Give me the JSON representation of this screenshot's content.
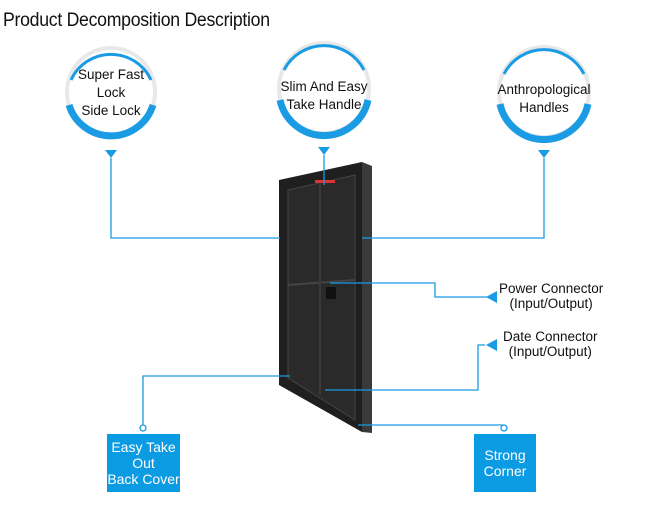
{
  "title": "Product Decomposition Description",
  "colors": {
    "accent": "#1a9be3",
    "box": "#0b9be3",
    "panel": "#222222"
  },
  "callouts_top": [
    {
      "lines": [
        "Super Fast",
        "Lock",
        "Side Lock"
      ]
    },
    {
      "lines": [
        "Slim And Easy",
        "Take Handle"
      ]
    },
    {
      "lines": [
        "Anthropological",
        "Handles"
      ]
    }
  ],
  "callouts_side": [
    {
      "lines": [
        "Power Connector",
        "(Input/Output)"
      ]
    },
    {
      "lines": [
        "Date Connector",
        "(Input/Output)"
      ]
    }
  ],
  "callouts_box": [
    {
      "lines": [
        "Easy Take",
        "Out",
        "Back Cover"
      ]
    },
    {
      "lines": [
        "Strong",
        "Corner"
      ]
    }
  ],
  "image": {
    "subject": "LED display cabinet panel (rear view)"
  }
}
